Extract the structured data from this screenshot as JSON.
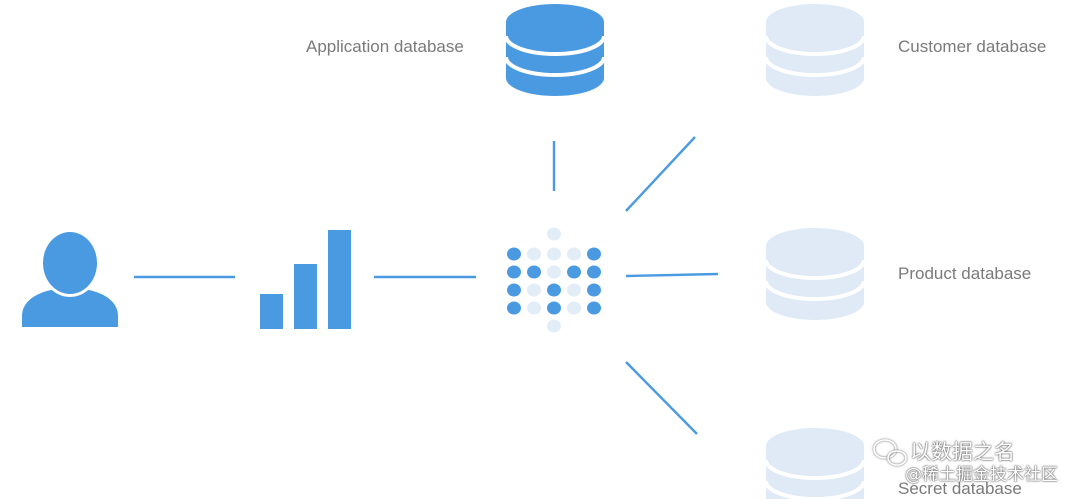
{
  "labels": {
    "application_database": "Application database",
    "customer_database": "Customer database",
    "product_database": "Product database",
    "secret_database": "Secret database"
  },
  "watermark": {
    "line1": "以数据之名",
    "line2": "@稀土掘金技术社区",
    "icon": "wechat-icon"
  },
  "icons": {
    "user": "user-icon",
    "chart": "bar-chart-icon",
    "hub": "dot-grid-hub-icon",
    "database": "database-icon"
  },
  "colors": {
    "primary_blue": "#4a9ae2",
    "faded_blue": "#dfeaf6",
    "hub_light": "#e2edf8",
    "line_blue": "#4a9ae2",
    "label_gray": "#7a7a7a",
    "background": "#ffffff"
  }
}
